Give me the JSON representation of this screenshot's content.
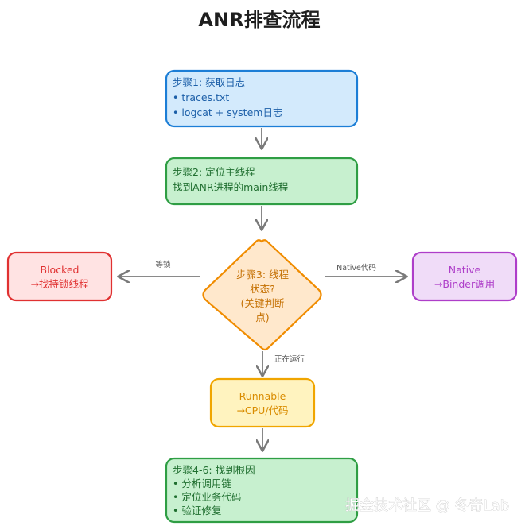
{
  "title": "ANR排查流程",
  "nodes": {
    "step1": {
      "line1": "步骤1: 获取日志",
      "line2": "• traces.txt",
      "line3": "• logcat + system日志"
    },
    "step2": {
      "line1": "步骤2: 定位主线程",
      "line2": "找到ANR进程的main线程"
    },
    "step3": {
      "line1": "步骤3: 线程",
      "line2": "状态?",
      "line3": "(关键判断",
      "line4": "点)"
    },
    "blocked": {
      "line1": "Blocked",
      "line2": "→找持锁线程"
    },
    "native": {
      "line1": "Native",
      "line2": "→Binder调用"
    },
    "runnable": {
      "line1": "Runnable",
      "line2": "→CPU/代码"
    },
    "step4": {
      "line1": "步骤4-6: 找到根因",
      "line2": "• 分析调用链",
      "line3": "• 定位业务代码",
      "line4": "• 验证修复"
    }
  },
  "edges": {
    "blocked_label": "等锁",
    "native_label": "Native代码",
    "runnable_label": "正在运行"
  },
  "watermark": "掘金技术社区 @ 冬奇Lab",
  "colors": {
    "blue_fill": "#d3eafc",
    "blue_stroke": "#1c7ed6",
    "green_fill": "#c7f0cf",
    "green_stroke": "#2f9e44",
    "orange_fill": "#ffe8cc",
    "orange_stroke": "#f08c00",
    "red_fill": "#ffe3e3",
    "red_stroke": "#e03131",
    "purple_fill": "#f0dcf8",
    "purple_stroke": "#ae3ec9",
    "yellow_fill": "#fff3bf",
    "yellow_stroke": "#f0a500",
    "arrow": "#7a7a7a"
  }
}
